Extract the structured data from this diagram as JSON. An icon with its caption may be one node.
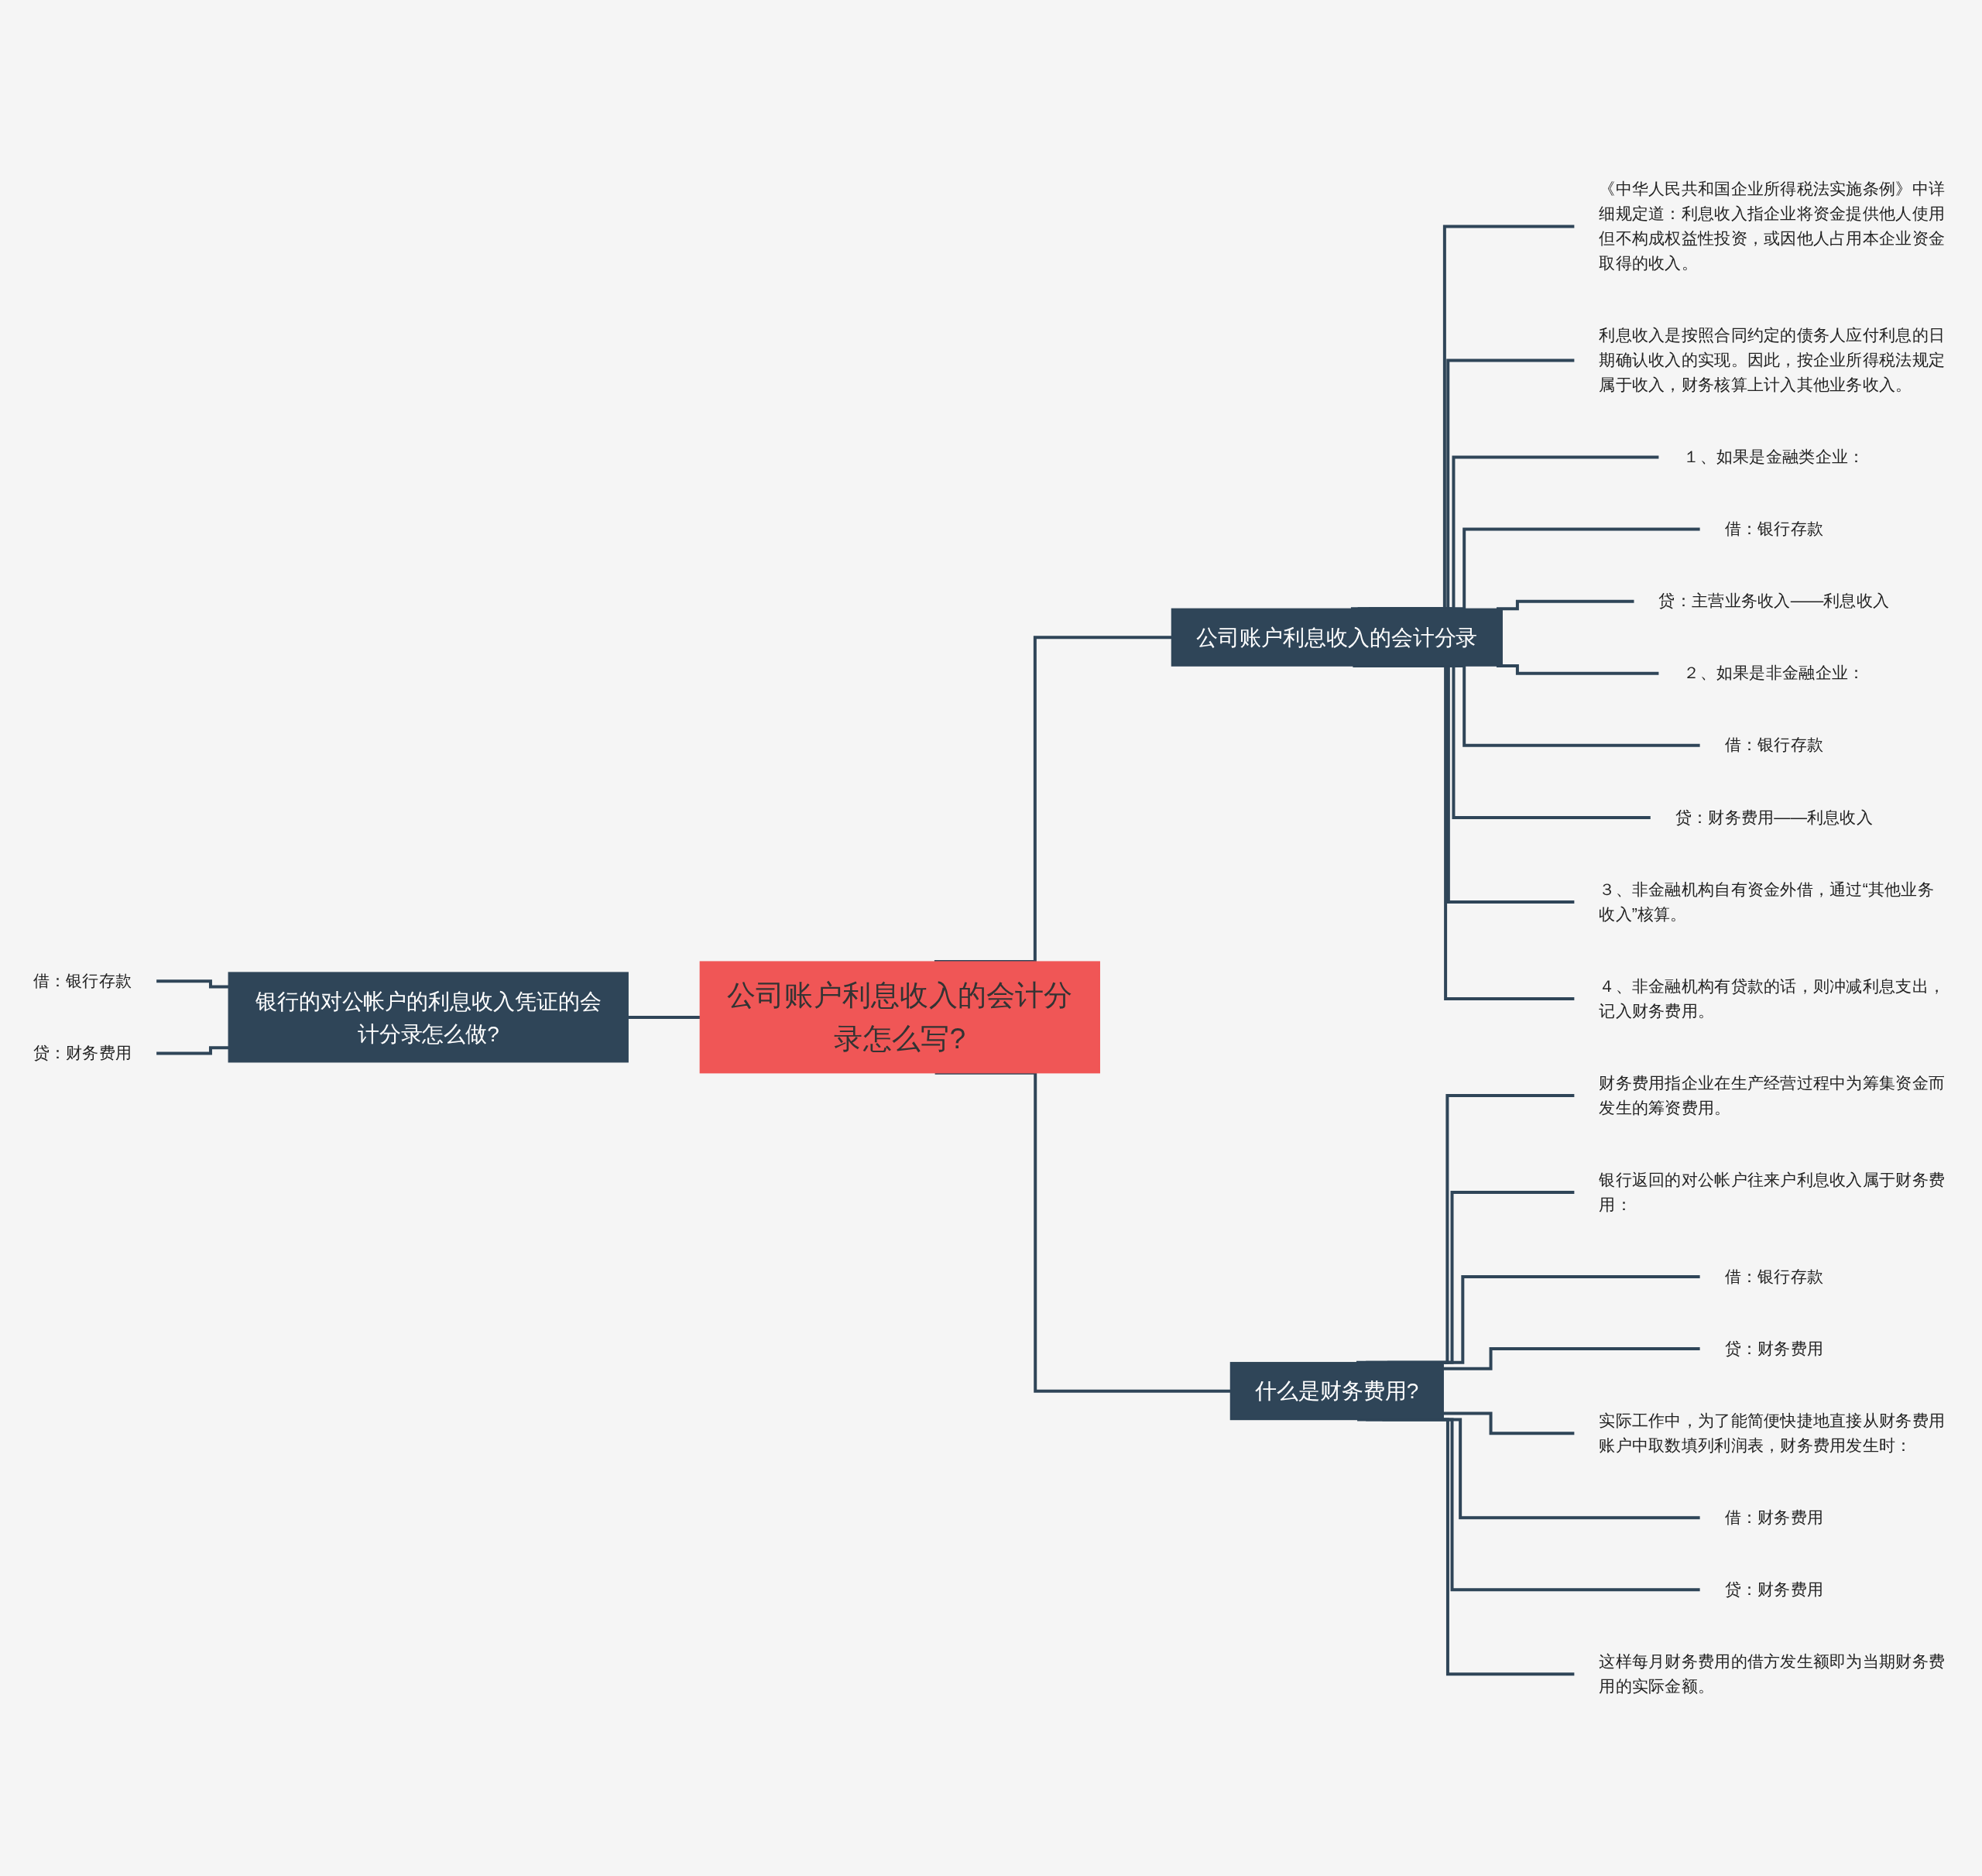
{
  "diagram": {
    "nodes": [
      {
        "text": [
          "公司账户利息收入的会计分录怎么写?"
        ]
      },
      {
        "text": [
          "银行的对公帐户的利息收入凭证的会计分录怎么做?"
        ]
      },
      {
        "text": [
          "借：银行存款"
        ]
      },
      {
        "text": [
          "贷：财务费用"
        ]
      },
      {
        "text": [
          "公司账户利息收入的会计分录"
        ]
      },
      {
        "text": [
          "《中华人民共和国企业所得税法实施条例》中详细规定道：利息收入指企业将资金提供他人使用但不构成权益性投资，或因他人占用本企业资金取得的收入。"
        ]
      },
      {
        "text": [
          "利息收入是按照合同约定的债务人应付利息的日期确认收入的实现。因此，按企业所得税法规定属于收入，财务核算上计入其他业务收入。"
        ]
      },
      {
        "text": [
          "１、如果是金融类企业："
        ]
      },
      {
        "text": [
          "借：银行存款"
        ]
      },
      {
        "text": [
          "贷：主营业务收入——利息收入"
        ]
      },
      {
        "text": [
          "２、如果是非金融企业："
        ]
      },
      {
        "text": [
          "借：银行存款"
        ]
      },
      {
        "text": [
          "贷：财务费用——利息收入"
        ]
      },
      {
        "text": [
          "３、非金融机构自有资金外借，通过“其他业务收入”核算。"
        ]
      },
      {
        "text": [
          "４、非金融机构有贷款的话，则冲减利息支出，记入财务费用。"
        ]
      },
      {
        "text": [
          "什么是财务费用?"
        ]
      },
      {
        "text": [
          "财务费用指企业在生产经营过程中为筹集资金而发生的筹资费用。"
        ]
      },
      {
        "text": [
          "银行返回的对公帐户往来户利息收入属于财务费用："
        ]
      },
      {
        "text": [
          "借：银行存款"
        ]
      },
      {
        "text": [
          "贷：财务费用"
        ]
      },
      {
        "text": [
          "实际工作中，为了能简便快捷地直接从财务费用账户中取数填列利润表，财务费用发生时："
        ]
      },
      {
        "text": [
          "借：财务费用"
        ]
      },
      {
        "text": [
          "贷：财务费用"
        ]
      },
      {
        "text": [
          "这样每月财务费用的借方发生额即为当期财务费用的实际金额。"
        ]
      }
    ],
    "edges": [
      {
        "from": 2,
        "to": 1,
        "arrow": "none"
      },
      {
        "from": 3,
        "to": 1,
        "arrow": "none"
      },
      {
        "from": 1,
        "to": 0,
        "arrow": "none"
      },
      {
        "from": 0,
        "to": 4,
        "arrow": "none"
      },
      {
        "from": 0,
        "to": 15,
        "arrow": "none"
      },
      {
        "from": 4,
        "to": 5,
        "arrow": "none"
      },
      {
        "from": 4,
        "to": 6,
        "arrow": "none"
      },
      {
        "from": 4,
        "to": 7,
        "arrow": "none"
      },
      {
        "from": 4,
        "to": 8,
        "arrow": "none"
      },
      {
        "from": 4,
        "to": 9,
        "arrow": "none"
      },
      {
        "from": 4,
        "to": 10,
        "arrow": "none"
      },
      {
        "from": 4,
        "to": 11,
        "arrow": "none"
      },
      {
        "from": 4,
        "to": 12,
        "arrow": "none"
      },
      {
        "from": 4,
        "to": 13,
        "arrow": "none"
      },
      {
        "from": 4,
        "to": 14,
        "arrow": "none"
      },
      {
        "from": 15,
        "to": 16,
        "arrow": "none"
      },
      {
        "from": 15,
        "to": 17,
        "arrow": "none"
      },
      {
        "from": 15,
        "to": 18,
        "arrow": "none"
      },
      {
        "from": 15,
        "to": 19,
        "arrow": "none"
      },
      {
        "from": 15,
        "to": 20,
        "arrow": "none"
      },
      {
        "from": 15,
        "to": 21,
        "arrow": "none"
      },
      {
        "from": 15,
        "to": 22,
        "arrow": "none"
      },
      {
        "from": 15,
        "to": 23,
        "arrow": "none"
      }
    ]
  }
}
